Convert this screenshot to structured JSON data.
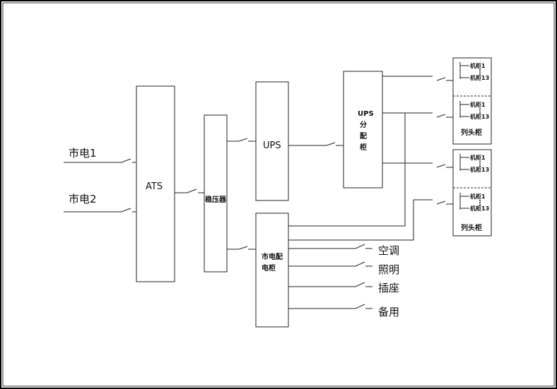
{
  "diagram": {
    "inputs": {
      "mains1": "市电1",
      "mains2": "市电2"
    },
    "ats_label": "ATS",
    "regulator_label": "稳压器",
    "ups_label": "UPS",
    "ups_dist": {
      "line1": "UPS",
      "line2": "分",
      "line3": "配",
      "line4": "柜"
    },
    "mains_dist": {
      "line1": "市电配",
      "line2": "电柜"
    },
    "loads": {
      "ac": "空调",
      "lighting": "照明",
      "socket": "插座",
      "backup": "备用"
    },
    "head_cabinet_label": "列头柜",
    "rack_first": "机柜1",
    "rack_last": "机柜13"
  }
}
